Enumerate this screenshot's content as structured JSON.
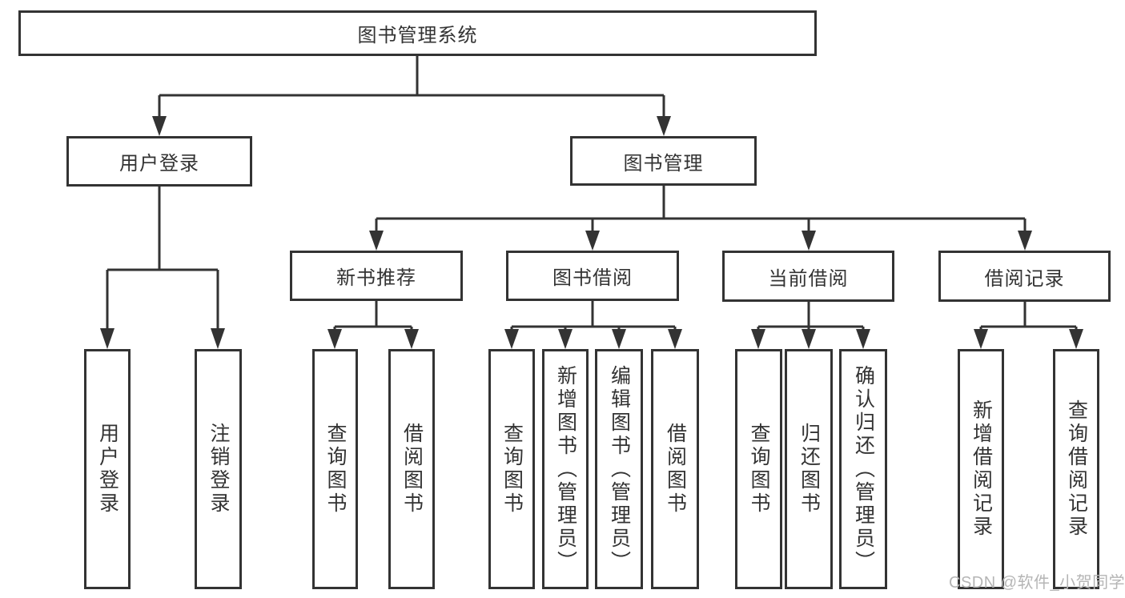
{
  "diagram_title": "图书管理系统",
  "tree": {
    "root": {
      "label": "图书管理系统",
      "children": [
        {
          "label": "用户登录",
          "children": [
            {
              "label": "用户登录"
            },
            {
              "label": "注销登录"
            }
          ]
        },
        {
          "label": "图书管理",
          "children": [
            {
              "label": "新书推荐",
              "children": [
                {
                  "label": "查询图书"
                },
                {
                  "label": "借阅图书"
                }
              ]
            },
            {
              "label": "图书借阅",
              "children": [
                {
                  "label": "查询图书"
                },
                {
                  "label": "新增图书（管理员）"
                },
                {
                  "label": "编辑图书（管理员）"
                },
                {
                  "label": "借阅图书"
                }
              ]
            },
            {
              "label": "当前借阅",
              "children": [
                {
                  "label": "查询图书"
                },
                {
                  "label": "归还图书"
                },
                {
                  "label": "确认归还（管理员）"
                }
              ]
            },
            {
              "label": "借阅记录",
              "children": [
                {
                  "label": "新增借阅记录"
                },
                {
                  "label": "查询借阅记录"
                }
              ]
            }
          ]
        }
      ]
    }
  },
  "watermark": {
    "text": "CSDN @软件_小贺同学"
  },
  "colors": {
    "line": "#333333",
    "text": "#333333",
    "watermark": "#b5b5b5",
    "background": "#ffffff"
  }
}
